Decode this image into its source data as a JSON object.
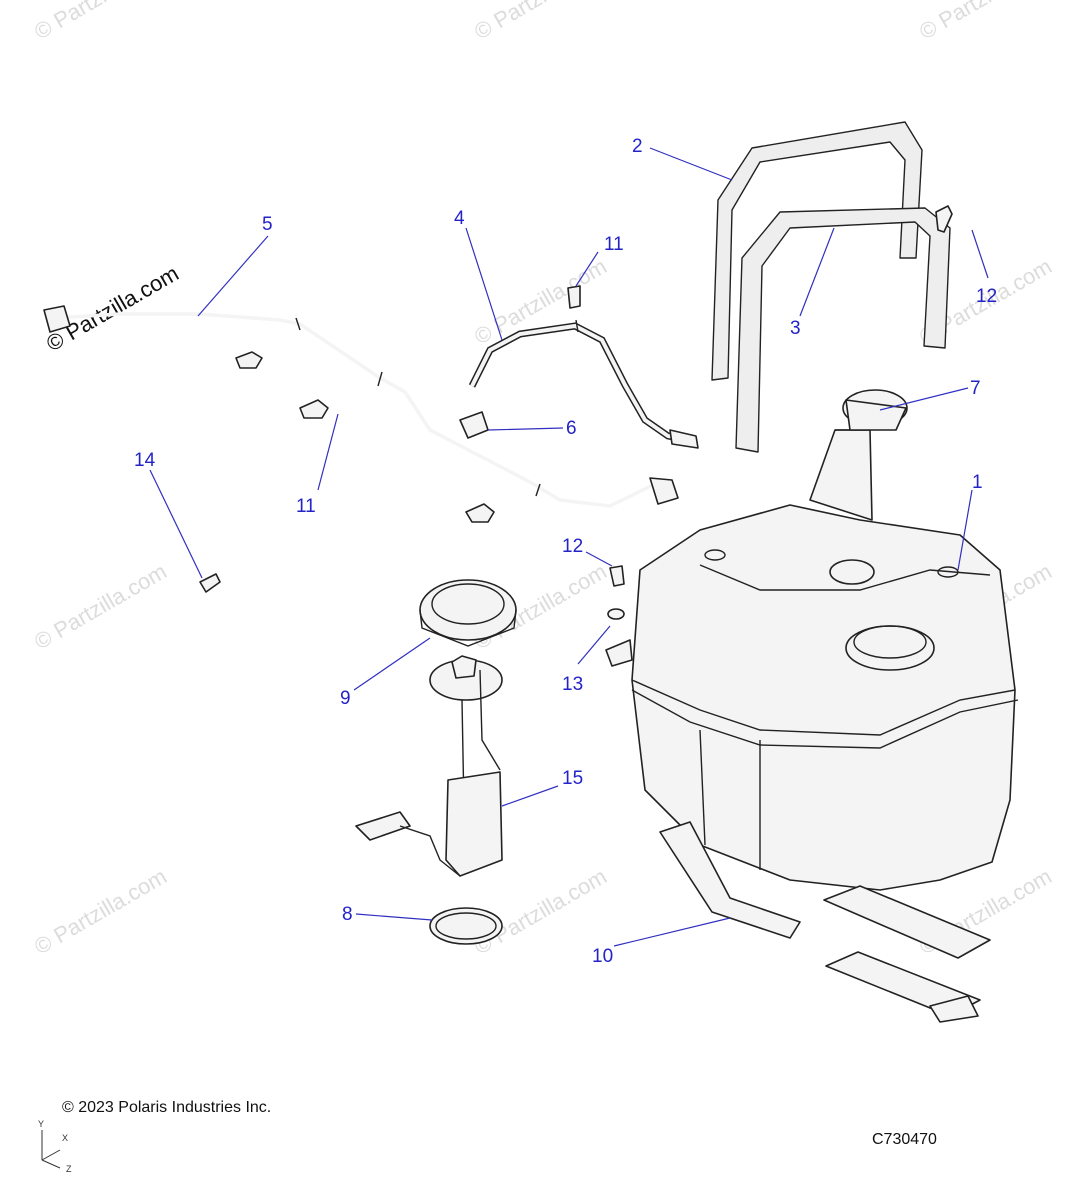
{
  "diagram": {
    "callouts": [
      {
        "id": "1",
        "label": "1"
      },
      {
        "id": "2",
        "label": "2"
      },
      {
        "id": "3",
        "label": "3"
      },
      {
        "id": "4",
        "label": "4"
      },
      {
        "id": "5",
        "label": "5"
      },
      {
        "id": "6",
        "label": "6"
      },
      {
        "id": "7",
        "label": "7"
      },
      {
        "id": "8",
        "label": "8"
      },
      {
        "id": "9",
        "label": "9"
      },
      {
        "id": "10",
        "label": "10"
      },
      {
        "id": "11a",
        "label": "11"
      },
      {
        "id": "11b",
        "label": "11"
      },
      {
        "id": "12a",
        "label": "12"
      },
      {
        "id": "12b",
        "label": "12"
      },
      {
        "id": "13",
        "label": "13"
      },
      {
        "id": "14",
        "label": "14"
      },
      {
        "id": "15",
        "label": "15"
      }
    ],
    "brand_watermark": "© Partzilla.com",
    "tile_watermark": "© Partzilla.com",
    "copyright": "© 2023 Polaris Industries Inc.",
    "drawing_number": "C730470",
    "axes": {
      "y": "Y",
      "x": "X",
      "z": "Z"
    }
  }
}
